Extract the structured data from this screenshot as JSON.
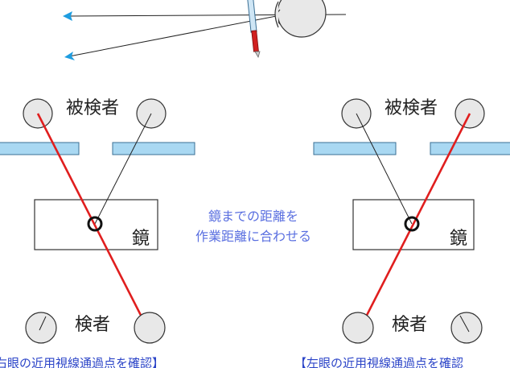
{
  "labels": {
    "subject_left": "被検者",
    "subject_right": "被検者",
    "examiner_left": "検者",
    "examiner_right": "検者",
    "mirror_left": "鏡",
    "mirror_right": "鏡",
    "center_note_line1": "鏡までの距離を",
    "center_note_line2": "作業距離に合わせる",
    "caption_left": "右眼の近用視線通過点を確認】",
    "caption_right": "【左眼の近用視線通過点を確認"
  },
  "colors": {
    "line_of_sight": "#e01e1e",
    "lens": "#a9d8f2",
    "lens_stroke": "#3a6f94",
    "eye_fill": "#e8e8e8",
    "arrow": "#1e9de0",
    "note_text": "#5a6fe0",
    "caption_text": "#2c45c8"
  }
}
